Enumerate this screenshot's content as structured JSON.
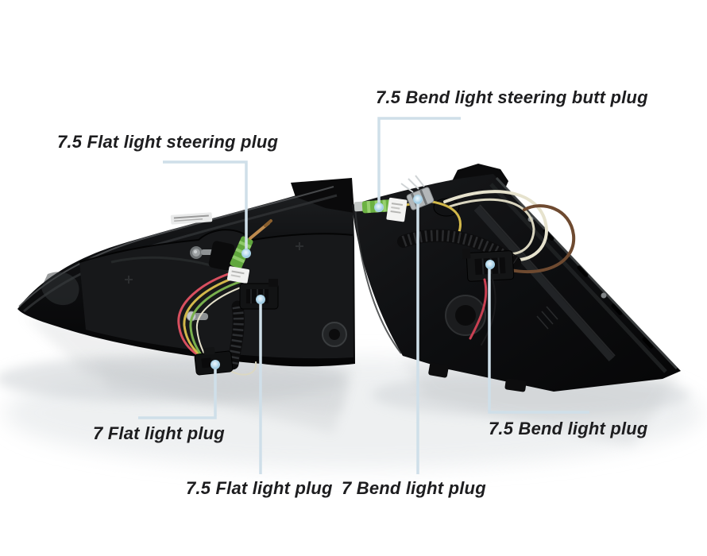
{
  "annotations": [
    {
      "id": "flat-steering-plug-75",
      "label": "7.5 Flat light steering plug"
    },
    {
      "id": "bend-steering-butt-plug-75",
      "label": "7.5 Bend light steering butt plug"
    },
    {
      "id": "flat-plug-7",
      "label": "7 Flat light plug"
    },
    {
      "id": "flat-plug-75",
      "label": "7.5 Flat light plug"
    },
    {
      "id": "bend-plug-7",
      "label": "7 Bend light plug"
    },
    {
      "id": "bend-plug-75",
      "label": "7.5 Bend light plug"
    }
  ],
  "colors": {
    "background": "#ffffff",
    "leader_line": "#cfdfe9",
    "marker_dot": "#7fb8d6",
    "label_text": "#1d1d1f"
  }
}
